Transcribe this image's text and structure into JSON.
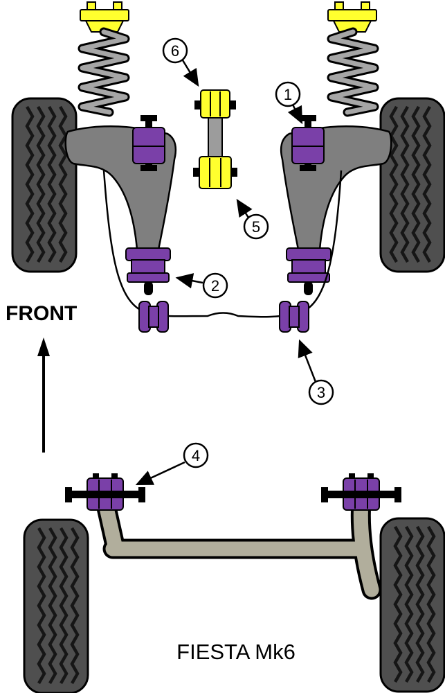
{
  "diagram": {
    "front_label": "FRONT",
    "model_label": "FIESTA Mk6",
    "callouts": [
      "1",
      "2",
      "3",
      "4",
      "5",
      "6"
    ],
    "colors": {
      "bush_purple": "#7a40a8",
      "mount_yellow": "#ffff2e",
      "arm_gray": "#7f7f7f",
      "tire_gray": "#4f4f4f",
      "beam_tan": "#b1ae9c"
    }
  }
}
